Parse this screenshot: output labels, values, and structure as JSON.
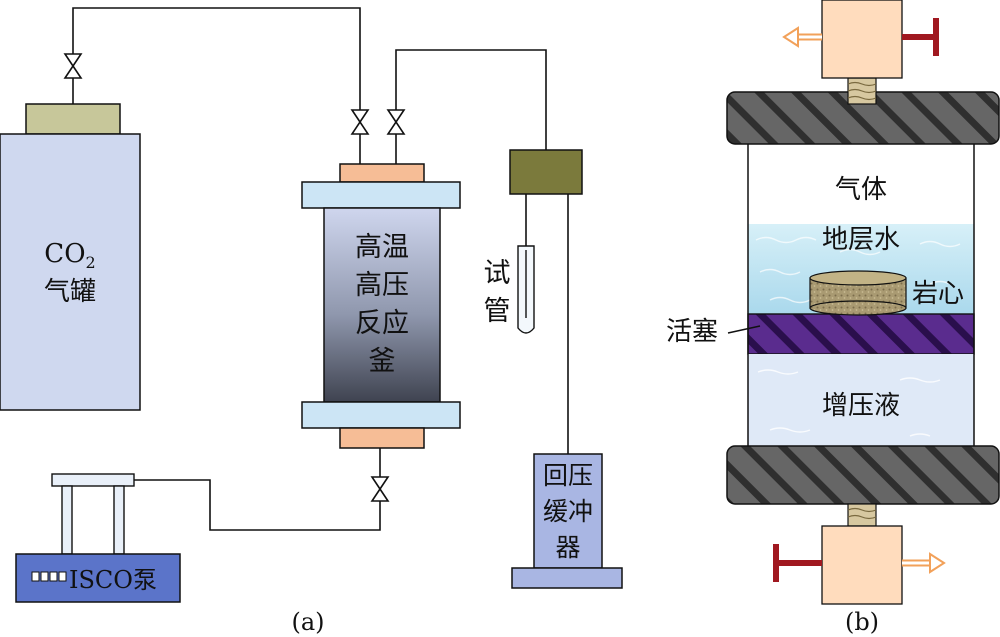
{
  "panel_a": {
    "caption": "(a)",
    "co2_tank": {
      "label_line1": "CO",
      "label_sub": "2",
      "label_line2": "气罐"
    },
    "reactor": {
      "line1": "高温",
      "line2": "高压",
      "line3": "反应",
      "line4": "釜"
    },
    "test_tube": {
      "line1": "试",
      "line2": "管"
    },
    "back_pressure": {
      "line1": "回压",
      "line2": "缓冲",
      "line3": "器"
    },
    "pump": {
      "label": "ISCO泵"
    }
  },
  "panel_b": {
    "caption": "(b)",
    "gas_label": "气体",
    "water_label": "地层水",
    "core_label": "岩心",
    "piston_label": "活塞",
    "fluid_label": "增压液"
  },
  "colors": {
    "tank": "#cfd8ef",
    "tank_cap": "#c7c79a",
    "reactor_flange": "#cce5f5",
    "reactor_port": "#f6bd96",
    "valve_box": "#7b7a3c",
    "back_pressure": "#a9b6e3",
    "pump_blue": "#5b74c9",
    "endcap": "#555555",
    "piston": "#4b237a",
    "fitting": "#ffdcbd",
    "arrow": "#f2a15a",
    "handle": "#a01820"
  }
}
